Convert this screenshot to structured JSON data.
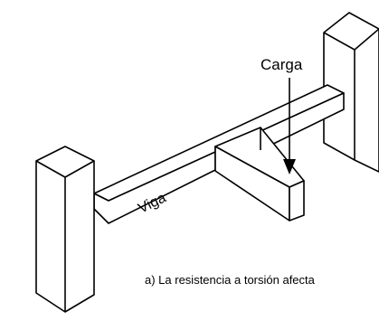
{
  "labels": {
    "load": "Carga",
    "beam": "Viga",
    "caption": "a) La resistencia a torsión afecta"
  },
  "colors": {
    "line": "#000000",
    "fill": "#ffffff"
  }
}
